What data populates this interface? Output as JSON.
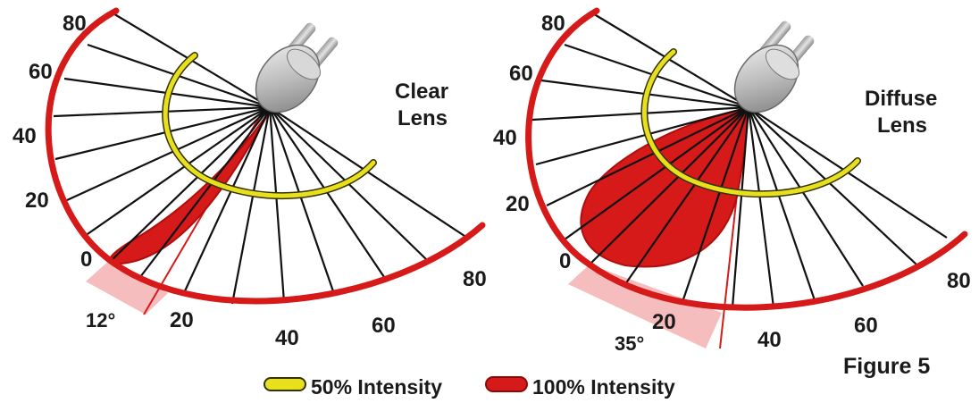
{
  "panels": [
    {
      "lens_label": [
        "Clear",
        "Lens"
      ],
      "ticks_left": [
        "80",
        "60",
        "40",
        "20",
        "0"
      ],
      "ticks_bottom": [
        "20",
        "40",
        "60",
        "80"
      ],
      "angle_label": "12°",
      "beam_angle_deg": 12
    },
    {
      "lens_label": [
        "Diffuse",
        "Lens"
      ],
      "ticks_left": [
        "80",
        "60",
        "40",
        "20",
        "0"
      ],
      "ticks_bottom": [
        "20",
        "40",
        "60",
        "80"
      ],
      "angle_label": "35°",
      "beam_angle_deg": 35
    }
  ],
  "legend": {
    "yellow_label": "50% Intensity",
    "red_label": "100% Intensity"
  },
  "figure_label": "Figure 5",
  "colors": {
    "red": "#d61a1a",
    "yellow": "#e8e01e",
    "pink": "#f4b6b6",
    "line": "#111111"
  }
}
